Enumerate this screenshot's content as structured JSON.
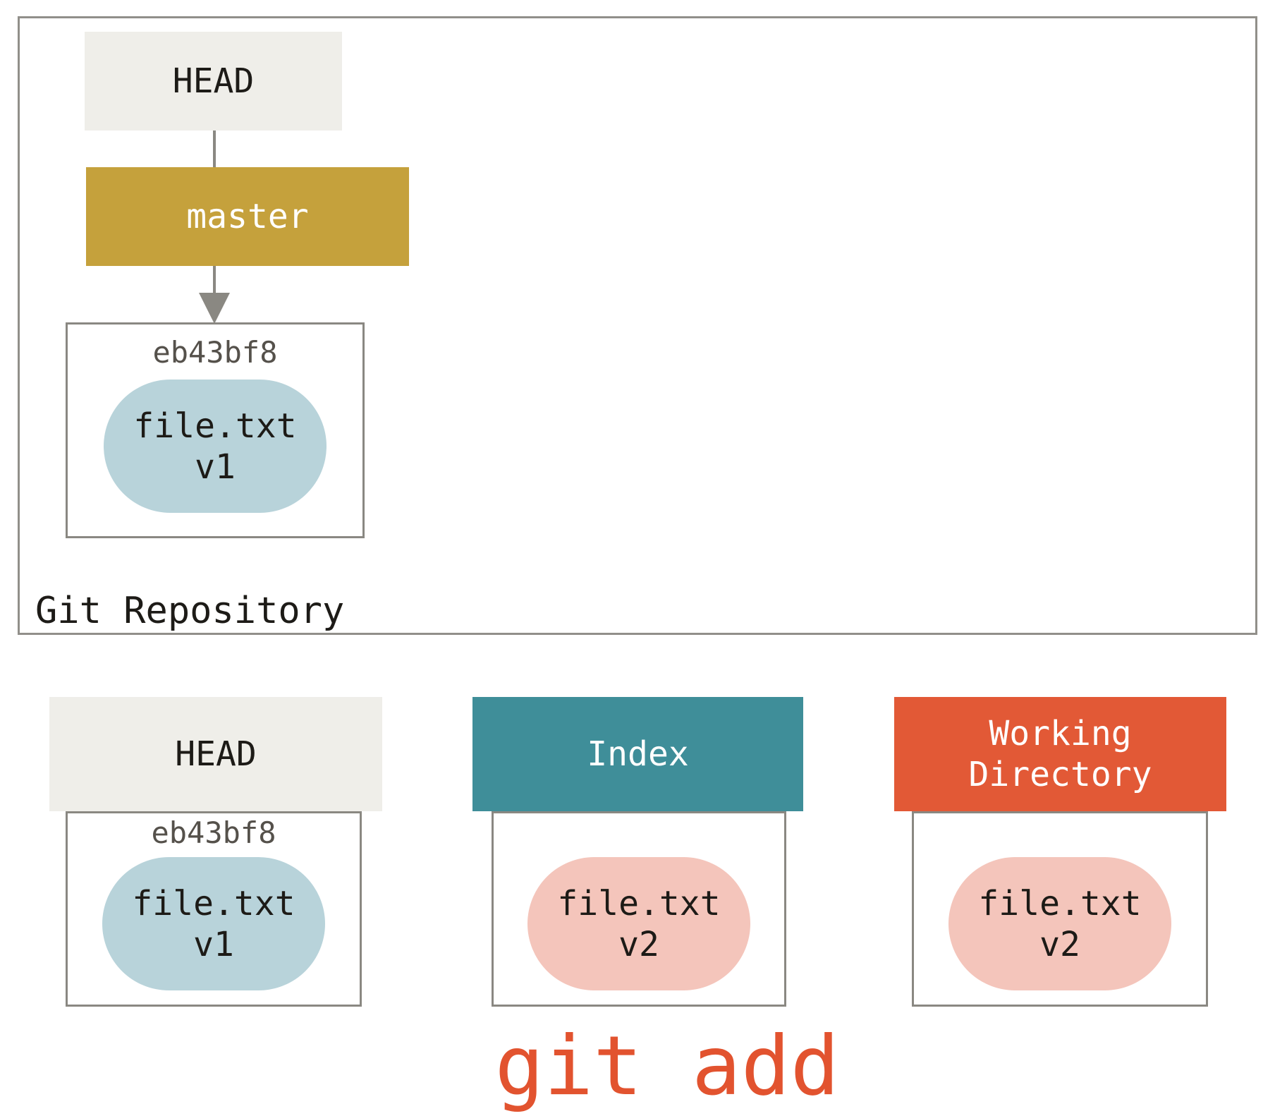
{
  "diagram": {
    "repository": {
      "label": "Git Repository",
      "head": "HEAD",
      "branch": "master",
      "commit": {
        "hash": "eb43bf8",
        "file": "file.txt",
        "version": "v1"
      }
    },
    "areas": {
      "head": {
        "title": "HEAD",
        "hash": "eb43bf8",
        "file": "file.txt",
        "version": "v1"
      },
      "index": {
        "title": "Index",
        "file": "file.txt",
        "version": "v2"
      },
      "working_directory": {
        "title": "Working Directory",
        "file": "file.txt",
        "version": "v2"
      }
    },
    "caption": "git add"
  },
  "colors": {
    "beige_box": "#efeee9",
    "branch_gold": "#c5a13c",
    "index_teal": "#3f8e99",
    "working_dir_orange": "#e25936",
    "blob_blue": "#b8d3da",
    "blob_pink": "#f4c5bb",
    "border_gray": "#8a8882",
    "hash_text": "#55514b",
    "caption_orange": "#e2532f"
  }
}
